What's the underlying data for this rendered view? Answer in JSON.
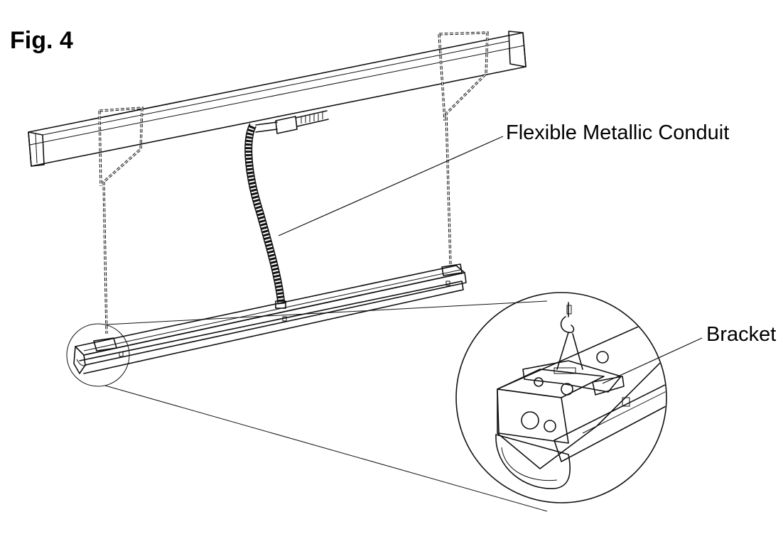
{
  "figure": {
    "title": "Fig. 4",
    "labels": {
      "conduit": "Flexible Metallic Conduit",
      "bracket": "Bracket"
    }
  },
  "colors": {
    "line": "#111111",
    "background": "#ffffff"
  }
}
